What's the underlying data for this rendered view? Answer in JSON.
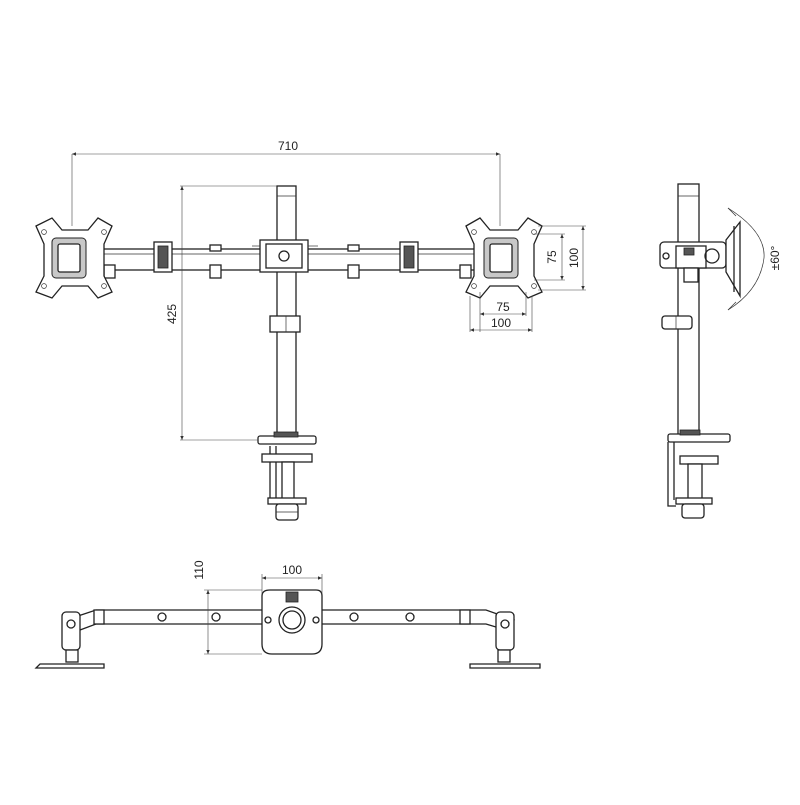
{
  "dimensions": {
    "total_width": "710",
    "pole_height": "425",
    "vesa_inner_h": "75",
    "vesa_outer_h": "100",
    "vesa_inner_w": "75",
    "vesa_outer_w": "100",
    "tilt_angle": "±60°",
    "top_depth": "110",
    "top_width": "100"
  },
  "views": [
    "front-view",
    "side-view",
    "top-view"
  ],
  "colors": {
    "line": "#222222",
    "fill": "#ffffff",
    "shade": "#555555"
  }
}
